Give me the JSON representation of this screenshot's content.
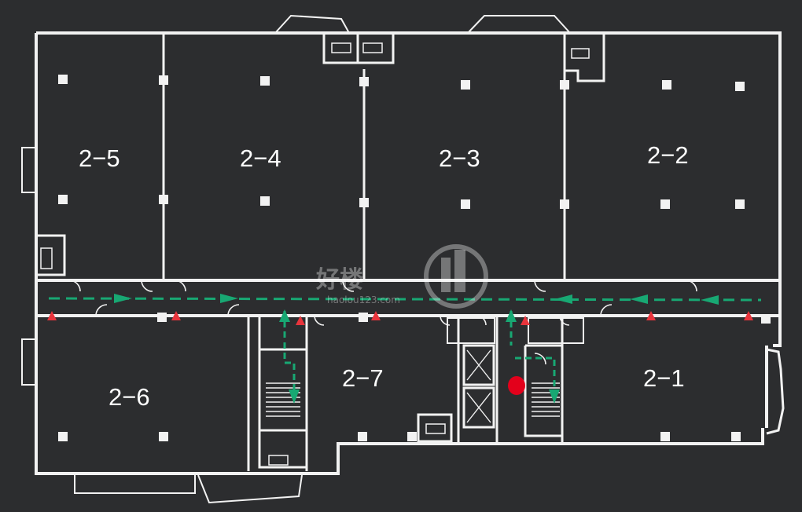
{
  "plan": {
    "rooms": [
      {
        "id": "2-5",
        "label": "2−5"
      },
      {
        "id": "2-4",
        "label": "2−4"
      },
      {
        "id": "2-3",
        "label": "2−3"
      },
      {
        "id": "2-2",
        "label": "2−2"
      },
      {
        "id": "2-6",
        "label": "2−6"
      },
      {
        "id": "2-7",
        "label": "2−7"
      },
      {
        "id": "2-1",
        "label": "2−1"
      }
    ],
    "watermark": {
      "text": "好楼",
      "sub": "haolou123.com"
    },
    "colors": {
      "background": "#2c2d2f",
      "wall": "#f2f2f2",
      "evac_arrow": "#18a873",
      "extinguisher": "#e8343c",
      "you_are_here": "#e3001b"
    }
  }
}
